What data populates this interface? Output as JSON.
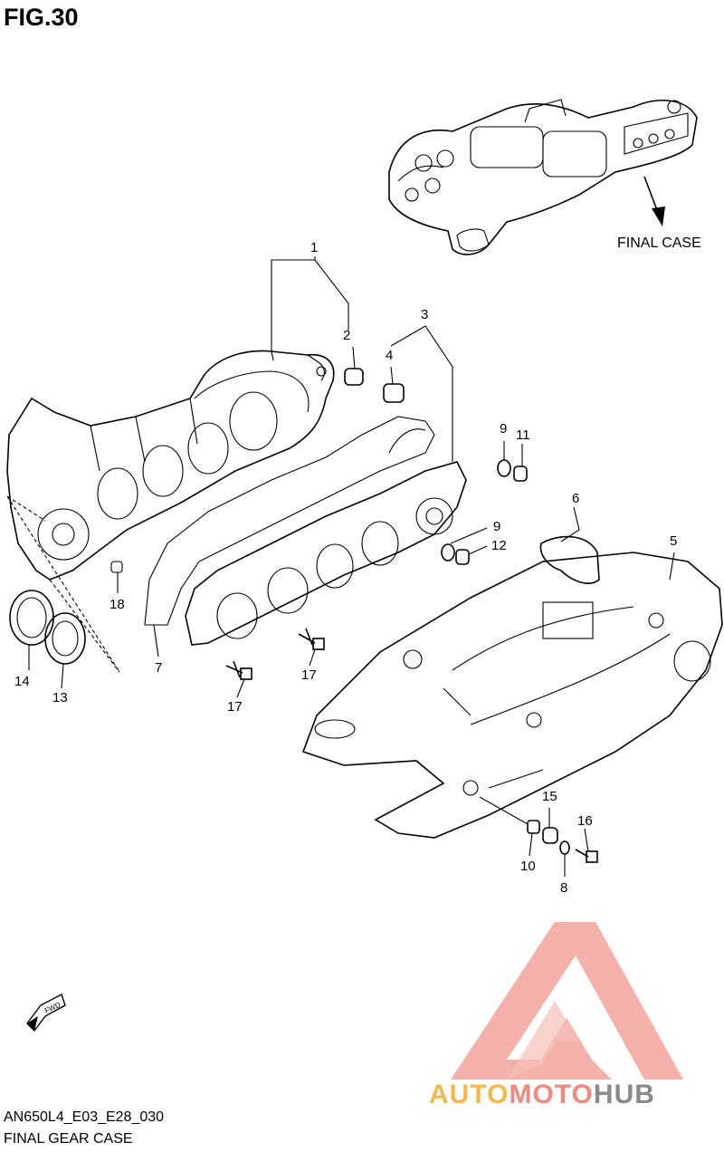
{
  "figure": {
    "title": "FIG.30",
    "final_case_label": "FINAL CASE",
    "fwd_label": "FWD",
    "model_code": "AN650L4_E03_E28_030",
    "caption": "FINAL GEAR CASE"
  },
  "watermark": {
    "part1": "AUTO",
    "part2": "MOTO",
    "part3": "HUB",
    "colors": {
      "auto": "#f5b94b",
      "moto": "#ef8a80",
      "hub": "#8a8a8a",
      "triangle": "#f2a29a"
    }
  },
  "callouts": [
    {
      "id": "c1",
      "text": "1"
    },
    {
      "id": "c2",
      "text": "2"
    },
    {
      "id": "c3",
      "text": "3"
    },
    {
      "id": "c4",
      "text": "4"
    },
    {
      "id": "c5",
      "text": "5"
    },
    {
      "id": "c6",
      "text": "6"
    },
    {
      "id": "c7",
      "text": "7"
    },
    {
      "id": "c8",
      "text": "8"
    },
    {
      "id": "c9a",
      "text": "9"
    },
    {
      "id": "c9b",
      "text": "9"
    },
    {
      "id": "c10",
      "text": "10"
    },
    {
      "id": "c11",
      "text": "11"
    },
    {
      "id": "c12",
      "text": "12"
    },
    {
      "id": "c13",
      "text": "13"
    },
    {
      "id": "c14",
      "text": "14"
    },
    {
      "id": "c15",
      "text": "15"
    },
    {
      "id": "c16",
      "text": "16"
    },
    {
      "id": "c17a",
      "text": "17"
    },
    {
      "id": "c17b",
      "text": "17"
    },
    {
      "id": "c18",
      "text": "18"
    }
  ]
}
